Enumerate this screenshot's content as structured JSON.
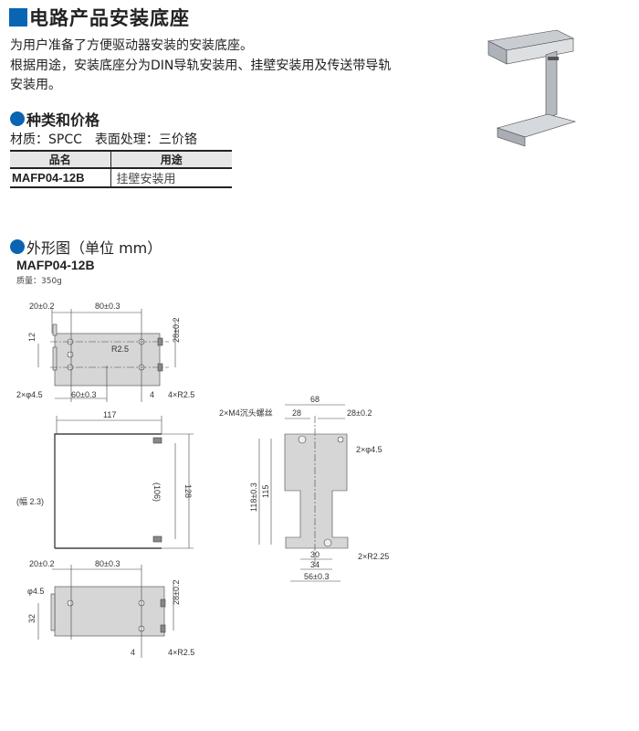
{
  "title": "电路产品安装底座",
  "description": [
    "为用户准备了方便驱动器安装的安装底座。",
    "根据用途，安装底座分为DIN导轨安装用、挂壁安装用及传送带导轨",
    "安装用。"
  ],
  "section_types": "种类和价格",
  "material_line": "材质：SPCC　表面处理：三价铬",
  "table": {
    "headers": [
      "品名",
      "用途"
    ],
    "rows": [
      [
        "MAFP04-12B",
        "挂壁安装用"
      ]
    ]
  },
  "section_dims": "外形图（单位 mm）",
  "model": "MAFP04-12B",
  "mass": "质量：350g",
  "accent_color": "#0a64b4",
  "drawings": {
    "top": {
      "d20": "20±0.2",
      "d80": "80±0.3",
      "d12": "12",
      "r25": "R2.5",
      "d28": "28±0.2",
      "holes": "2×φ4.5",
      "d60": "60±0.3",
      "d4": "4",
      "r4": "4×R2.5"
    },
    "front": {
      "d117": "117",
      "d106": "(106)",
      "d128": "128",
      "thick": "(幅 2.3)"
    },
    "side": {
      "d68": "68",
      "d28a": "28",
      "d28b": "28±0.2",
      "screw": "2×M4沉头螺丝",
      "holes": "2×φ4.5",
      "d118": "118±0.3",
      "d115": "115",
      "d30": "30",
      "d34": "34",
      "d56": "56±0.3",
      "r225": "2×R2.25"
    },
    "bottom": {
      "d20": "20±0.2",
      "d80": "80±0.3",
      "phi": "φ4.5",
      "d32": "32",
      "d28": "28±0.2",
      "d4": "4",
      "r4": "4×R2.5"
    }
  }
}
